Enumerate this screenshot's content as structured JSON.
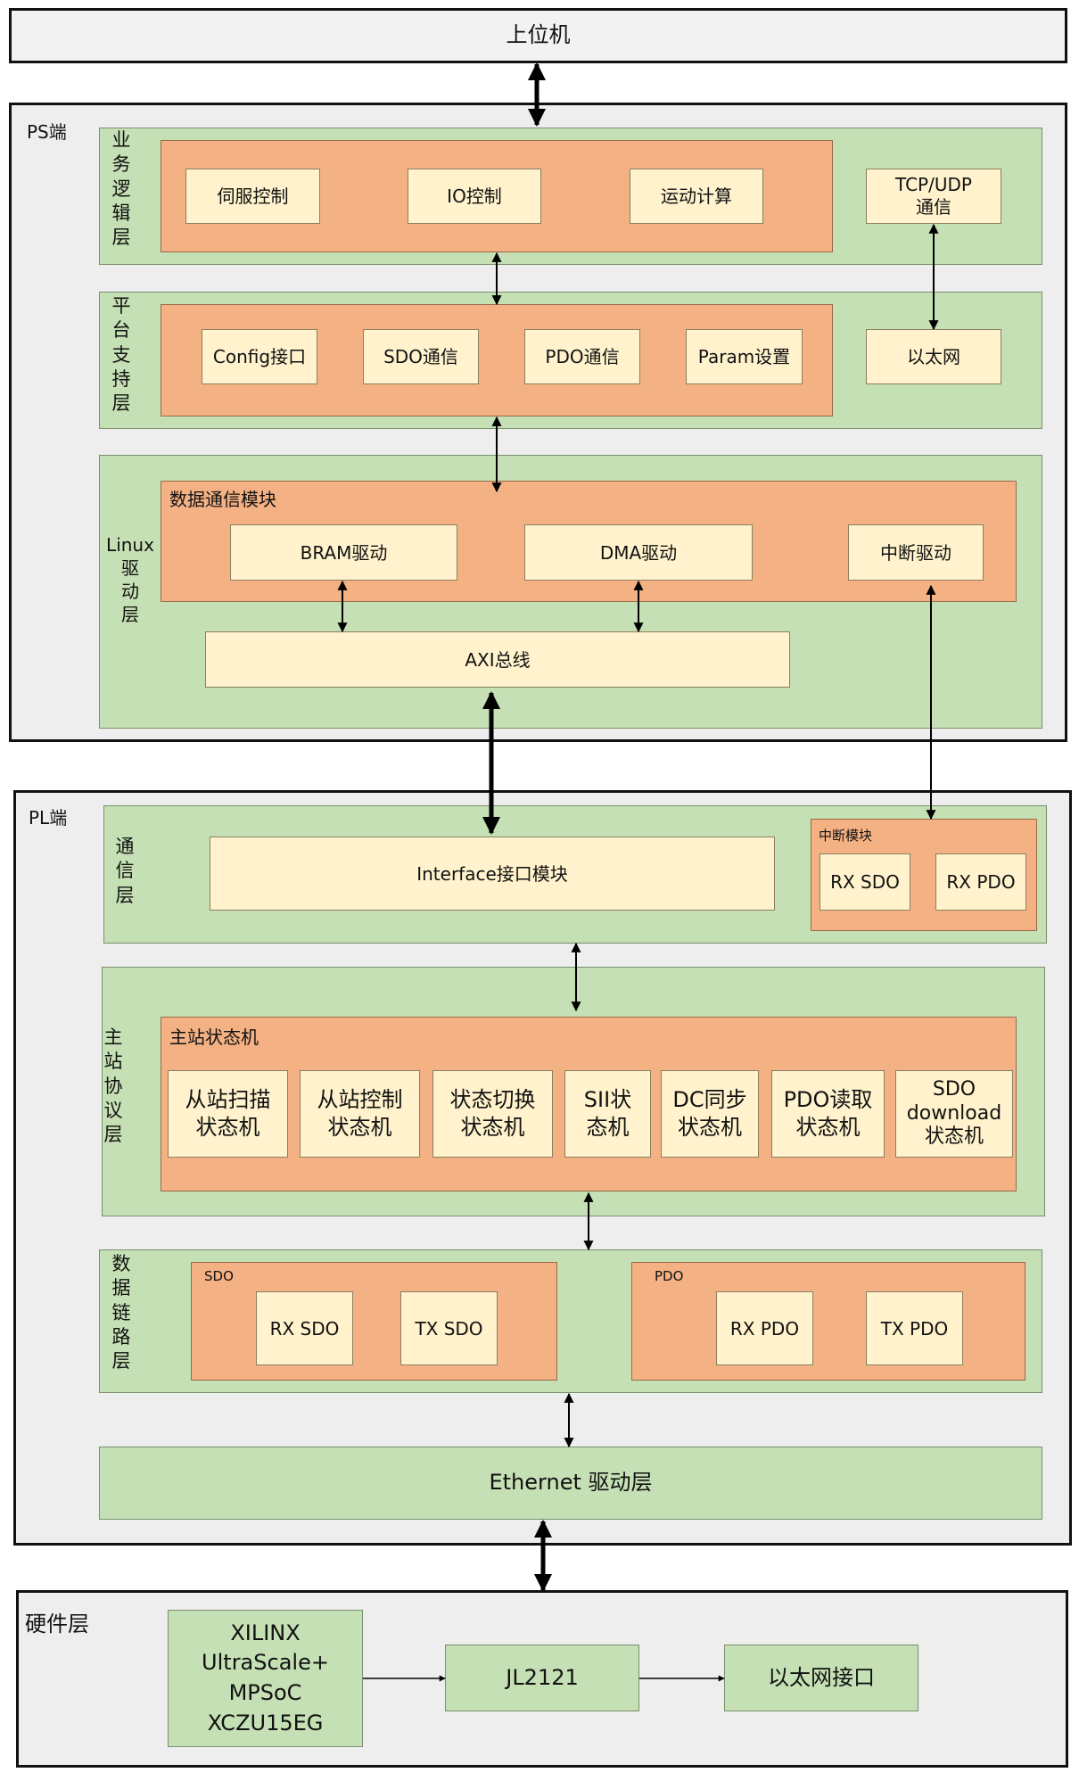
{
  "colors": {
    "outer": "#eeeeee",
    "layer": "#c5e0b4",
    "module": "#f4b183",
    "block": "#fff2cc",
    "arrow": "#000000"
  },
  "host": {
    "label": "上位机"
  },
  "ps": {
    "title": "PS端",
    "business": {
      "label": "业务逻辑层",
      "items": [
        "伺服控制",
        "IO控制",
        "运动计算"
      ],
      "tcp": "TCP/UDP\n通信"
    },
    "platform": {
      "label": "平台支持层",
      "items": [
        "Config接口",
        "SDO通信",
        "PDO通信",
        "Param设置"
      ],
      "ethernet": "以太网"
    },
    "linux": {
      "label": "Linux驱动层",
      "module_title": "数据通信模块",
      "items": [
        "BRAM驱动",
        "DMA驱动",
        "中断驱动"
      ],
      "axi": "AXI总线"
    }
  },
  "pl": {
    "title": "PL端",
    "comm": {
      "label": "通信层",
      "interface": "Interface接口模块",
      "irq_title": "中断模块",
      "irq_items": [
        "RX SDO",
        "RX PDO"
      ]
    },
    "master": {
      "label": "主站协议层",
      "module_title": "主站状态机",
      "items": [
        "从站扫描\n状态机",
        "从站控制\n状态机",
        "状态切换\n状态机",
        "SII状\n态机",
        "DC同步\n状态机",
        "PDO读取\n状态机",
        "SDO\ndownload\n状态机"
      ]
    },
    "datalink": {
      "label": "数据链路层",
      "sdo_title": "SDO",
      "sdo_items": [
        "RX SDO",
        "TX SDO"
      ],
      "pdo_title": "PDO",
      "pdo_items": [
        "RX PDO",
        "TX PDO"
      ]
    },
    "ethernet_driver": "Ethernet 驱动层"
  },
  "hardware": {
    "title": "硬件层",
    "soc": "XILINX\nUltraScale+\nMPSoC\nXCZU15EG",
    "phy": "JL2121",
    "port": "以太网接口"
  }
}
